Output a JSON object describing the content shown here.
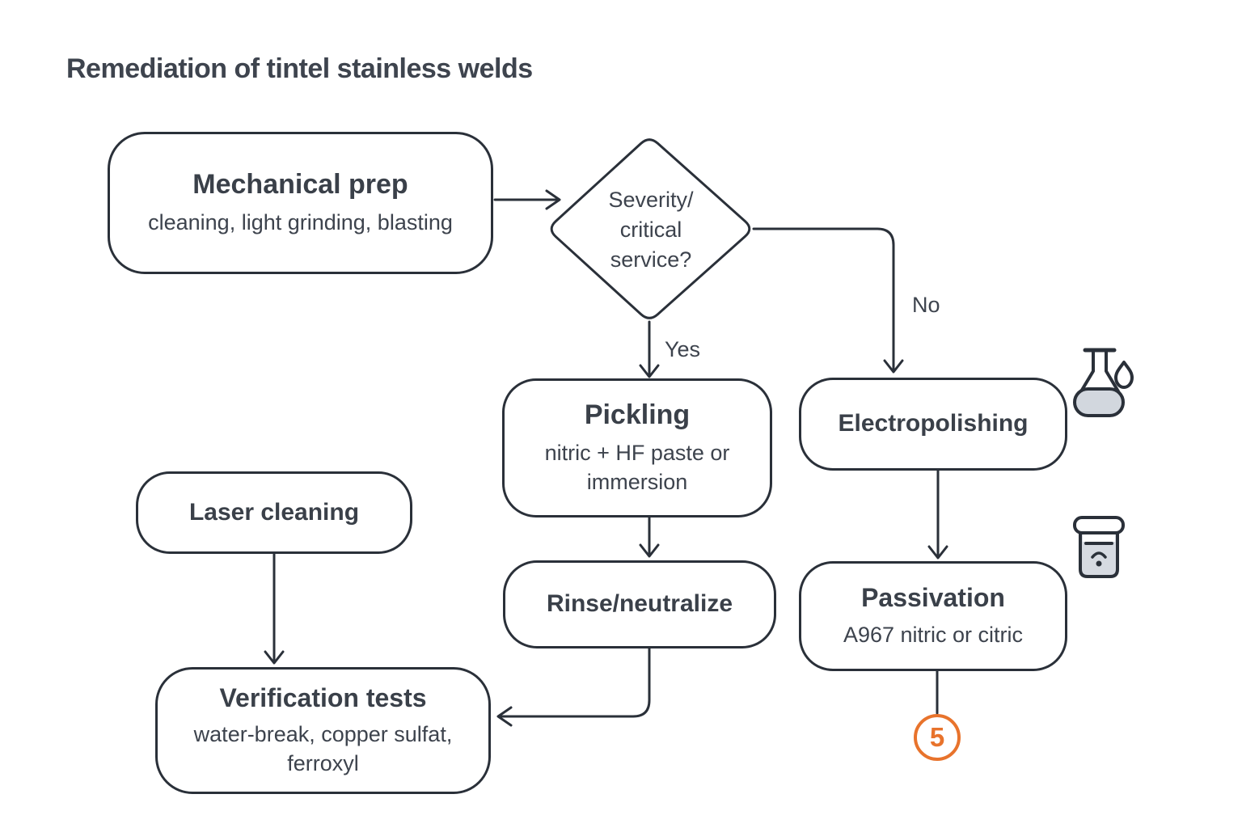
{
  "title": "Remediation of tintel stainless welds",
  "colors": {
    "line_stroke": "#2a3039",
    "text": "#3d434d",
    "accent_orange": "#e8732c",
    "icon_fill": "#d2d7de"
  },
  "nodes": {
    "mechanical_prep": {
      "title": "Mechanical prep",
      "subtitle": "cleaning, light grinding, blasting"
    },
    "decision": {
      "line1": "Severity/",
      "line2": "critical",
      "line3": "service?"
    },
    "pickling": {
      "title": "Pickling",
      "subtitle": "nitric + HF paste or immersion"
    },
    "electropolishing": {
      "title": "Electropolishing"
    },
    "passivation": {
      "title": "Passivation",
      "subtitle": "A967 nitric or citric"
    },
    "laser_cleaning": {
      "title": "Laser cleaning"
    },
    "rinse_neutralize": {
      "title": "Rinse/neutralize"
    },
    "verification_tests": {
      "title": "Verification tests",
      "subtitle": "water-break, copper sulfat, ferroxyl"
    }
  },
  "edge_labels": {
    "yes": "Yes",
    "no": "No"
  },
  "badge": {
    "value": "5"
  },
  "icons": {
    "flask": "flask-with-droplet",
    "jar": "jar-with-liquid"
  }
}
